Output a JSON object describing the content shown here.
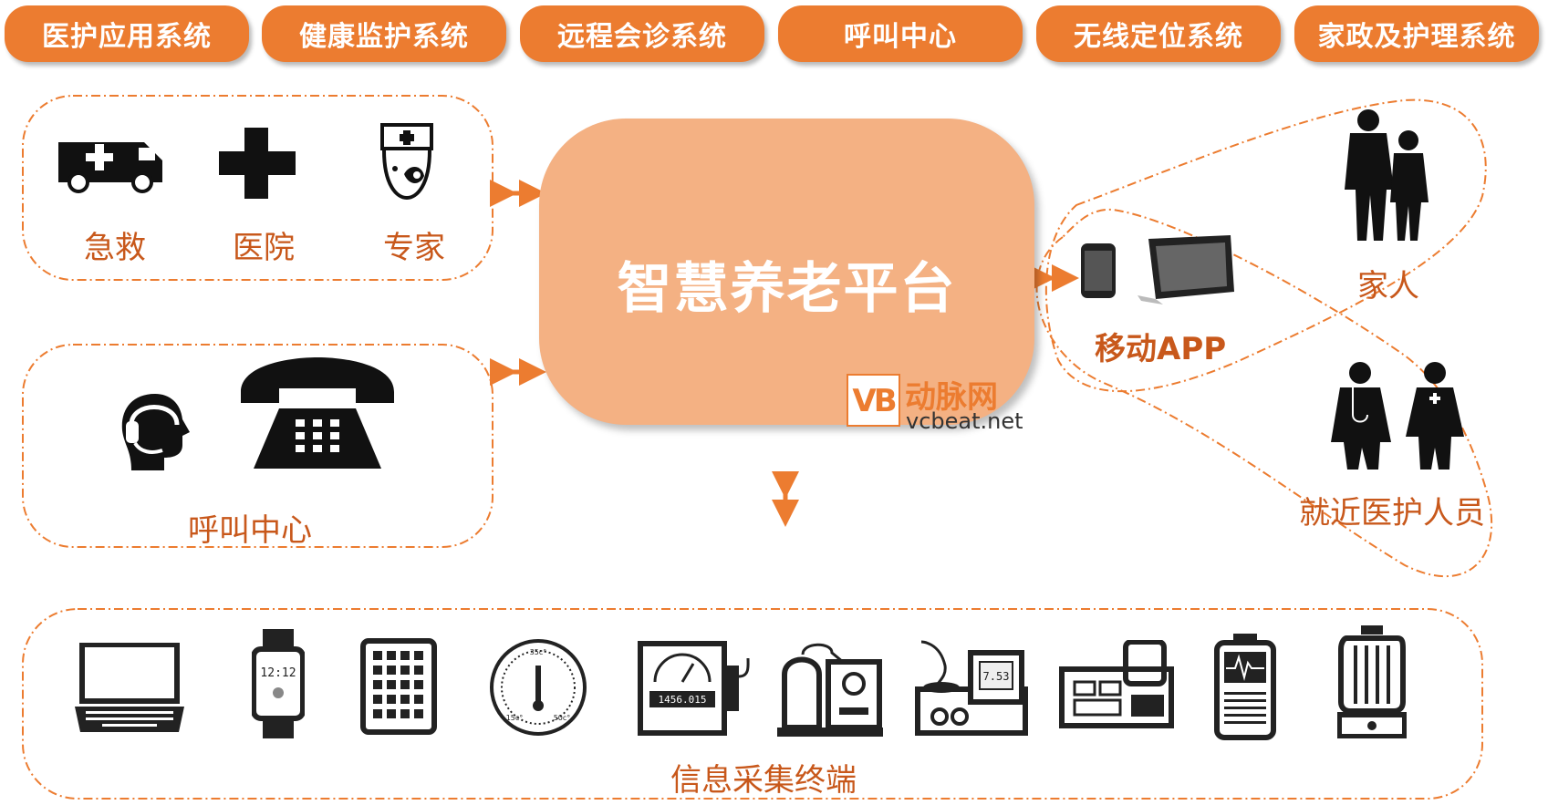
{
  "top_tabs": [
    "医护应用系统",
    "健康监护系统",
    "远程会诊系统",
    "呼叫中心",
    "无线定位系统",
    "家政及护理系统"
  ],
  "emergency_group": {
    "items": [
      "急救",
      "医院",
      "专家"
    ],
    "icons": [
      "ambulance-icon",
      "medical-cross-icon",
      "doctor-icon"
    ]
  },
  "call_group": {
    "label": "呼叫中心",
    "icons": [
      "headset-operator-icon",
      "telephone-icon"
    ]
  },
  "platform": {
    "title": "智慧养老平台"
  },
  "mobile": {
    "label": "移动APP",
    "icons": [
      "smartphone-icon",
      "tablet-icon"
    ]
  },
  "family": {
    "label": "家人",
    "icon": "family-silhouette-icon"
  },
  "nearby_staff": {
    "label": "就近医护人员",
    "icon": "medical-staff-icon"
  },
  "terminals": {
    "label": "信息采集终端",
    "icons": [
      "laptop-icon",
      "smartwatch-icon",
      "tablet-grid-icon",
      "thermometer-gauge-icon",
      "meter-icon",
      "lab-equipment-icon",
      "analyzer-icon",
      "device-icon",
      "monitor-device-icon",
      "cylinder-device-icon"
    ],
    "watch_time": "12:12",
    "meter_reading": "1456.015",
    "analyzer_value": "7.53",
    "gauge_top": "35c°",
    "gauge_left": "15c°",
    "gauge_right": "50c°"
  },
  "watermark": {
    "logo": "VB",
    "cn": "动脉网",
    "en": "vcbeat.net"
  },
  "colors": {
    "accent": "#ec7c30",
    "platform_fill": "#f4b183",
    "label": "#c8581b",
    "icon": "#111111"
  }
}
